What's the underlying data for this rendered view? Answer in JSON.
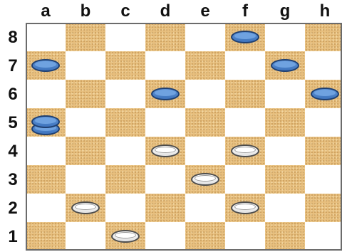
{
  "board": {
    "files": [
      "a",
      "b",
      "c",
      "d",
      "e",
      "f",
      "g",
      "h"
    ],
    "ranks": [
      "8",
      "7",
      "6",
      "5",
      "4",
      "3",
      "2",
      "1"
    ],
    "colors": {
      "dark": "#e8c07f",
      "light": "#ffffff",
      "blue_piece": "#4a82cc",
      "white_piece": "#ffffff"
    }
  },
  "pieces": [
    {
      "square": "f8",
      "color": "blue",
      "stack": 1
    },
    {
      "square": "a7",
      "color": "blue",
      "stack": 1
    },
    {
      "square": "g7",
      "color": "blue",
      "stack": 1
    },
    {
      "square": "d6",
      "color": "blue",
      "stack": 1
    },
    {
      "square": "h6",
      "color": "blue",
      "stack": 1
    },
    {
      "square": "a5",
      "color": "blue",
      "stack": 2
    },
    {
      "square": "d4",
      "color": "white",
      "stack": 1
    },
    {
      "square": "f4",
      "color": "white",
      "stack": 1
    },
    {
      "square": "e3",
      "color": "white",
      "stack": 1
    },
    {
      "square": "b2",
      "color": "white",
      "stack": 1
    },
    {
      "square": "f2",
      "color": "white",
      "stack": 1
    },
    {
      "square": "c1",
      "color": "white",
      "stack": 1
    }
  ]
}
